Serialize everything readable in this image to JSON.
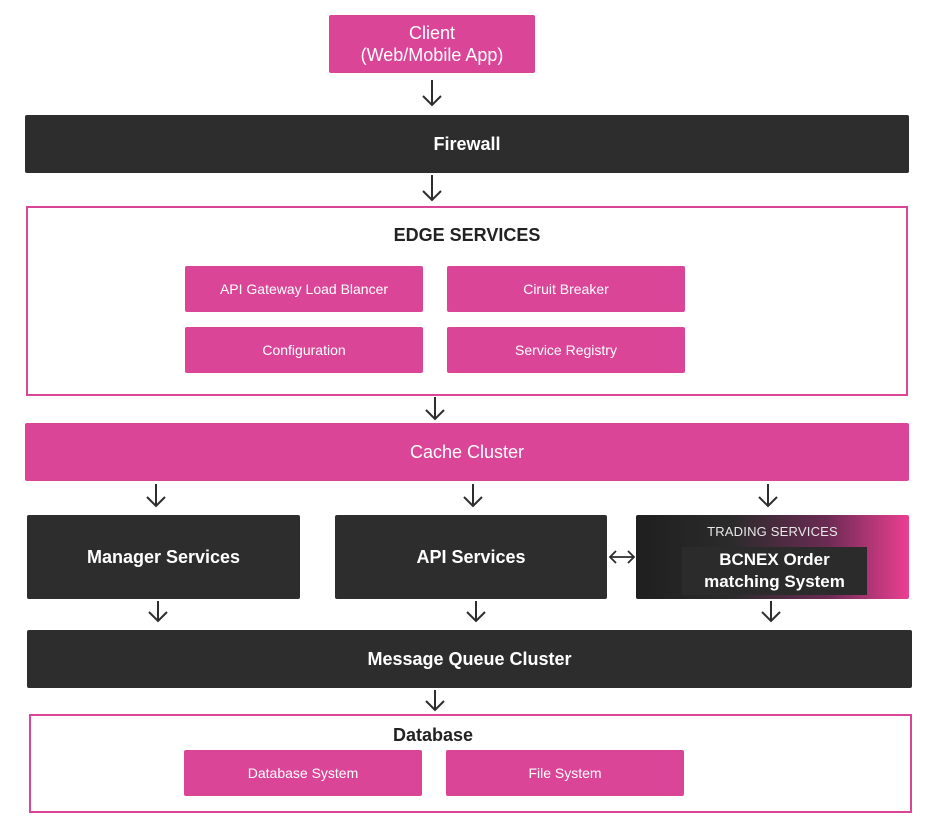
{
  "client": {
    "line1": "Client",
    "line2": "(Web/Mobile App)"
  },
  "firewall": {
    "label": "Firewall"
  },
  "edge_services": {
    "title": "EDGE SERVICES",
    "items": [
      "API Gateway Load Blancer",
      "Ciruit Breaker",
      "Configuration",
      "Service Registry"
    ]
  },
  "cache_cluster": {
    "label": "Cache Cluster"
  },
  "manager_services": {
    "label": "Manager Services"
  },
  "api_services": {
    "label": "API Services"
  },
  "trading_services": {
    "title": "TRADING SERVICES",
    "inner_line1": "BCNEX Order",
    "inner_line2": "matching System"
  },
  "message_queue": {
    "label": "Message Queue Cluster"
  },
  "database": {
    "title": "Database",
    "items": [
      "Database System",
      "File System"
    ]
  },
  "colors": {
    "pink": "#db4597",
    "dark": "#2d2d2d",
    "frame_border": "#db4597",
    "arrow": "#2d2d2d"
  }
}
